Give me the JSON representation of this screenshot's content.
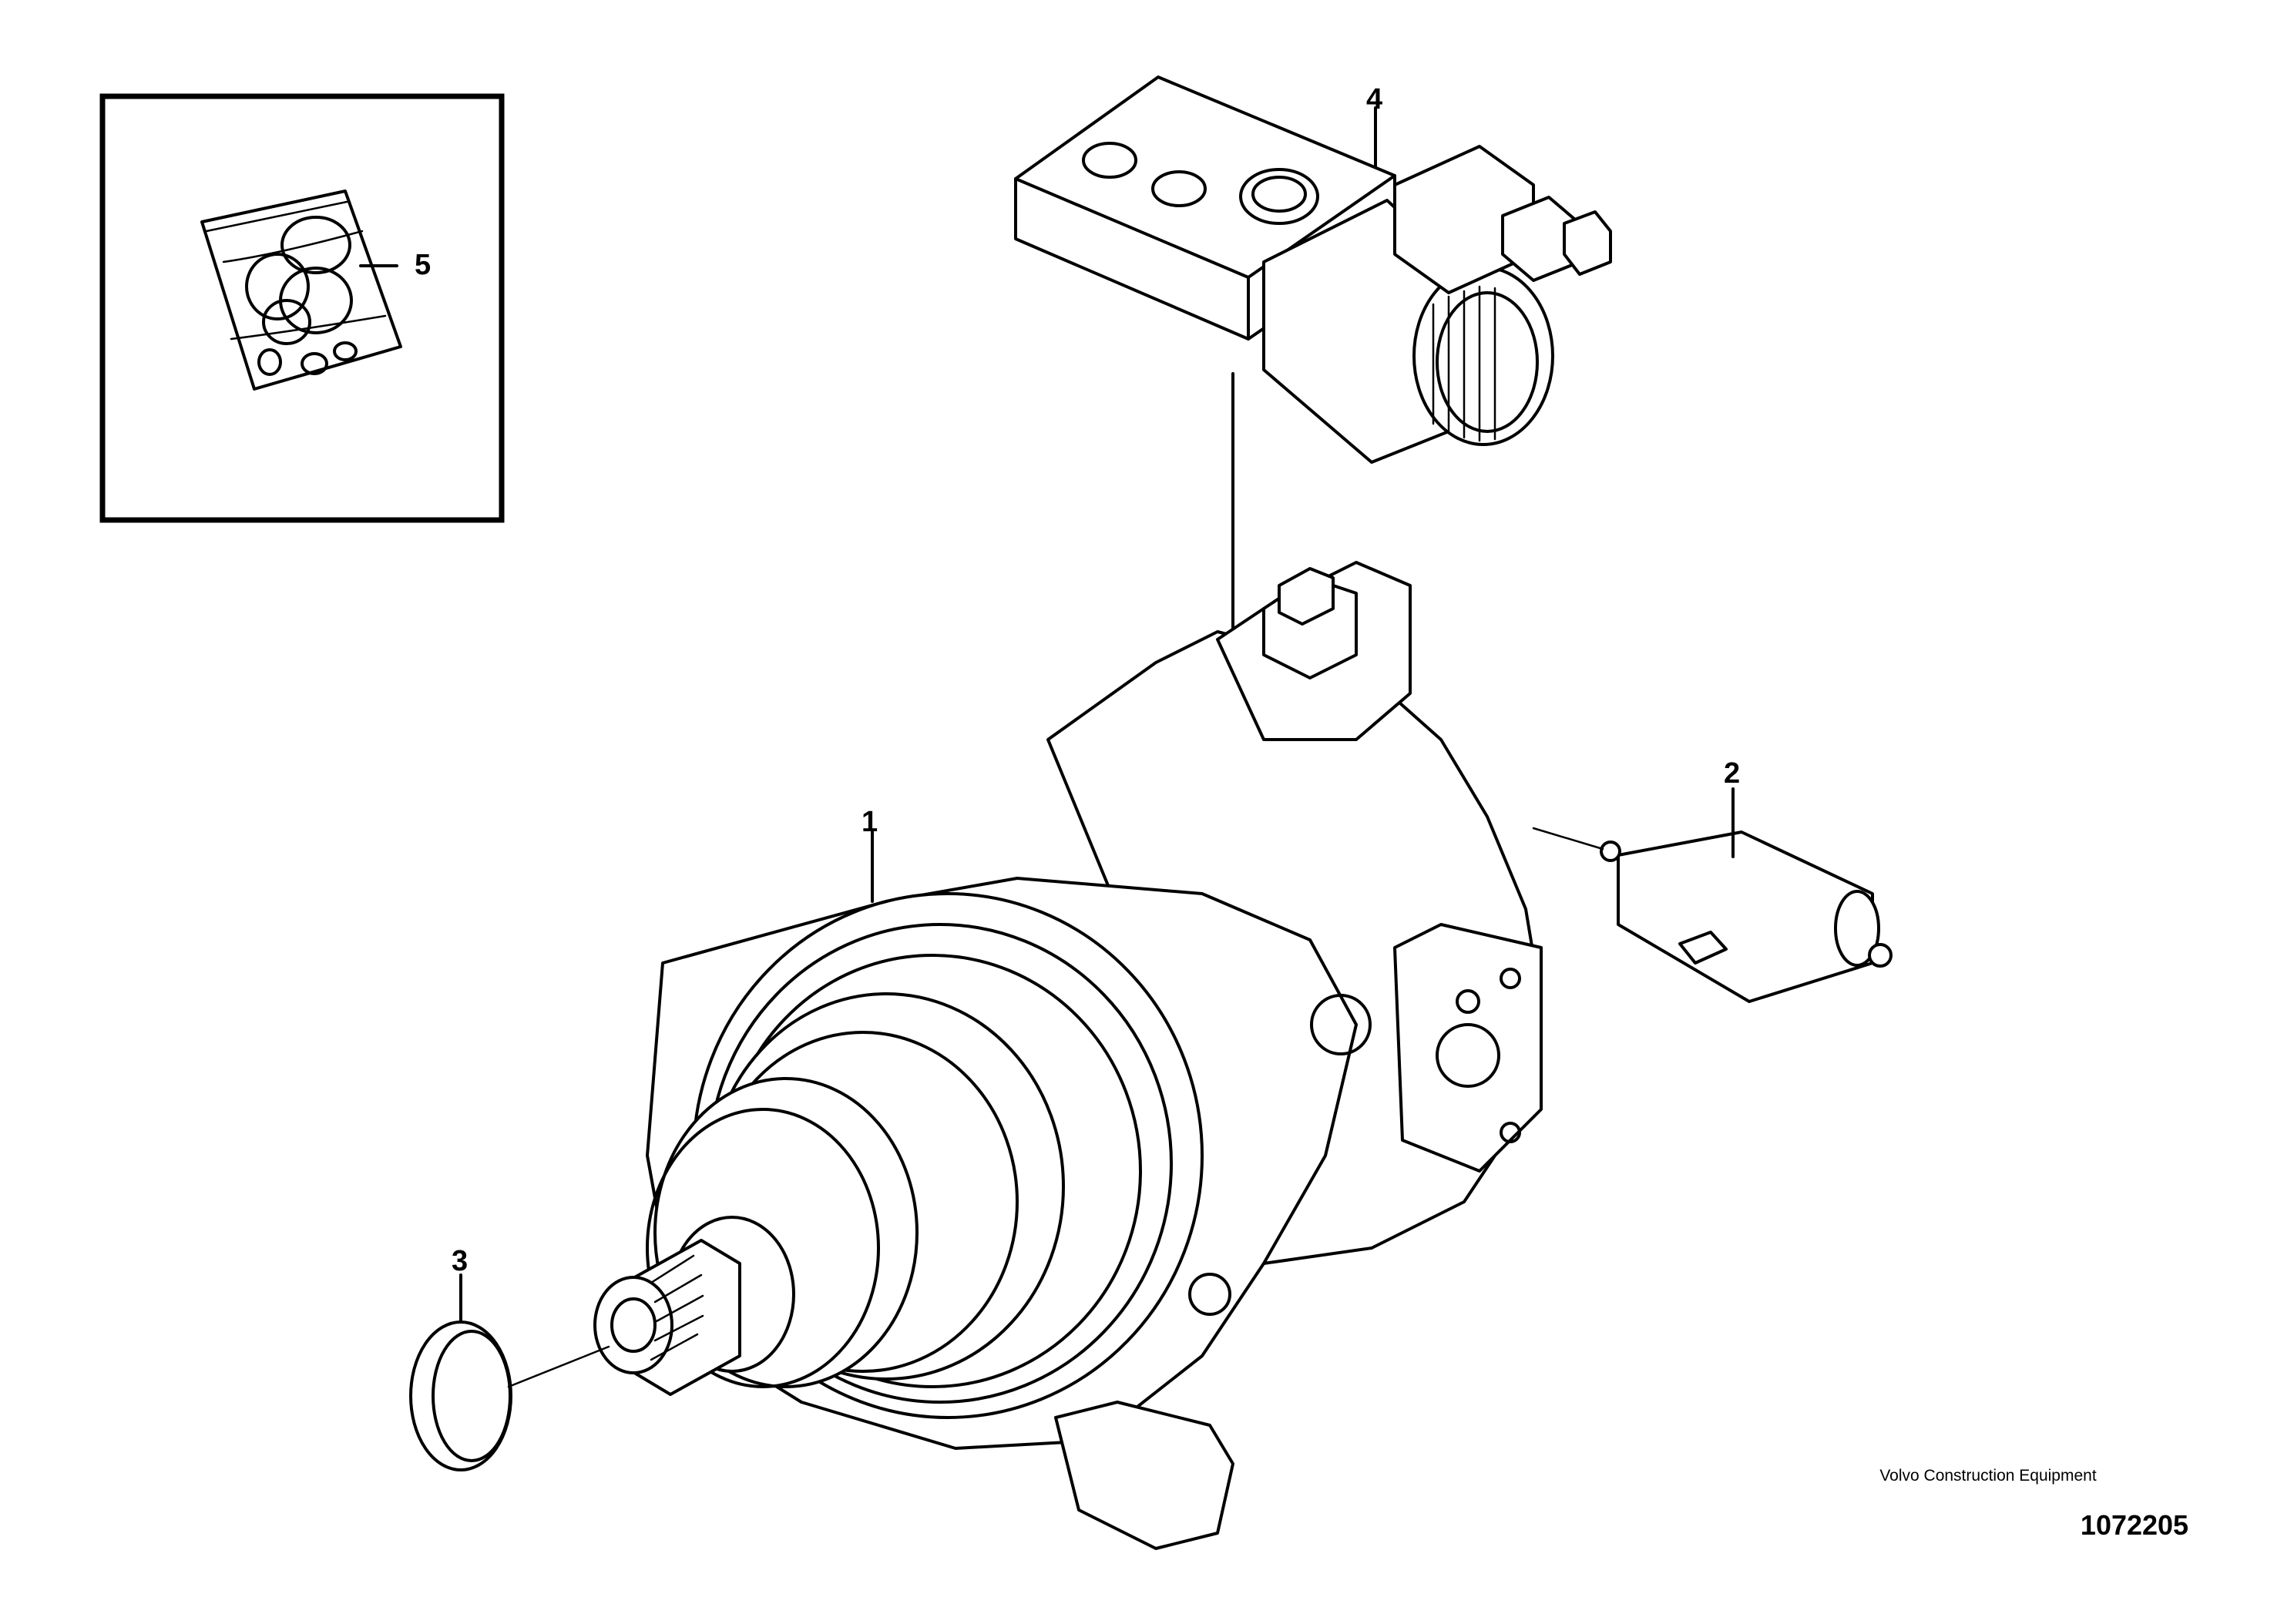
{
  "callouts": {
    "c1": "1",
    "c2": "2",
    "c3": "3",
    "c4": "4",
    "c5": "5"
  },
  "footer": {
    "company": "Volvo Construction Equipment",
    "drawing_number": "1072205"
  }
}
